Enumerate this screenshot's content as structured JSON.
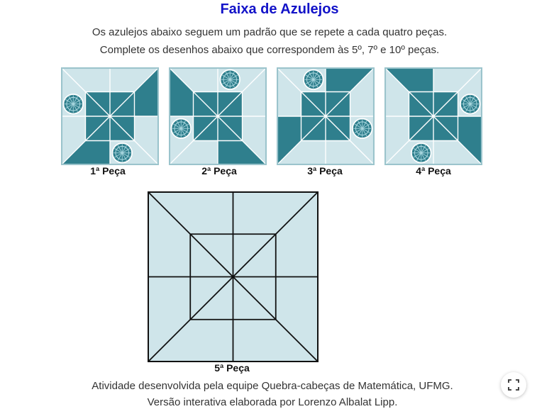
{
  "title": "Faixa de Azulejos",
  "instructions": [
    "Os azulejos abaixo seguem um padrão que se repete a cada quatro peças.",
    "Complete os desenhos abaixo que correspondem às 5º, 7º e 10º peças."
  ],
  "pieces": [
    {
      "label": "1ª Peça"
    },
    {
      "label": "2ª Peça"
    },
    {
      "label": "3ª Peça"
    },
    {
      "label": "4ª Peça"
    }
  ],
  "target": {
    "label": "5ª Peça"
  },
  "credits": [
    "Atividade desenvolvida pela equipe Quebra-cabeças de Matemática, UFMG.",
    "Versão interativa elaborada por Lorenzo Albalat Lipp."
  ],
  "fullscreen_icon": "fullscreen-icon",
  "colors": {
    "title": "#1212c8",
    "tile_background": "#cfe5ea",
    "tile_fill": "#2f7f8d",
    "tile_lines": "#ffffff",
    "grid_lines": "#111111"
  }
}
